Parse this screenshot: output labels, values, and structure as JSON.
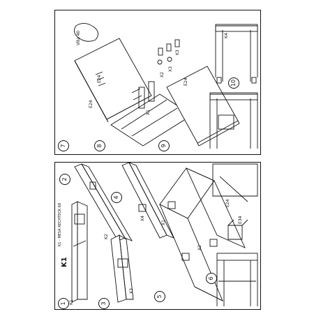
{
  "top_page": {
    "steps": [
      "7",
      "8",
      "9",
      "10"
    ],
    "logo_text": "Vita 40",
    "labels": {
      "e24_a": "E24",
      "e24_b": "E24",
      "e24_c": "E24",
      "k3": "K3",
      "x1": "X1",
      "x2": "X2",
      "x3": "X3",
      "k4": "K4"
    }
  },
  "bottom_page": {
    "steps": [
      "1",
      "2",
      "3",
      "4",
      "5",
      "6"
    ],
    "product_code": "K1",
    "product_desc": "K1 - MESA RECHTECK 68",
    "labels": {
      "k1": "K1",
      "k2": "K2",
      "e24": "E24",
      "e34": "E34",
      "x1": "X1",
      "x2": "X2",
      "x3": "X3",
      "x4": "X4"
    }
  }
}
